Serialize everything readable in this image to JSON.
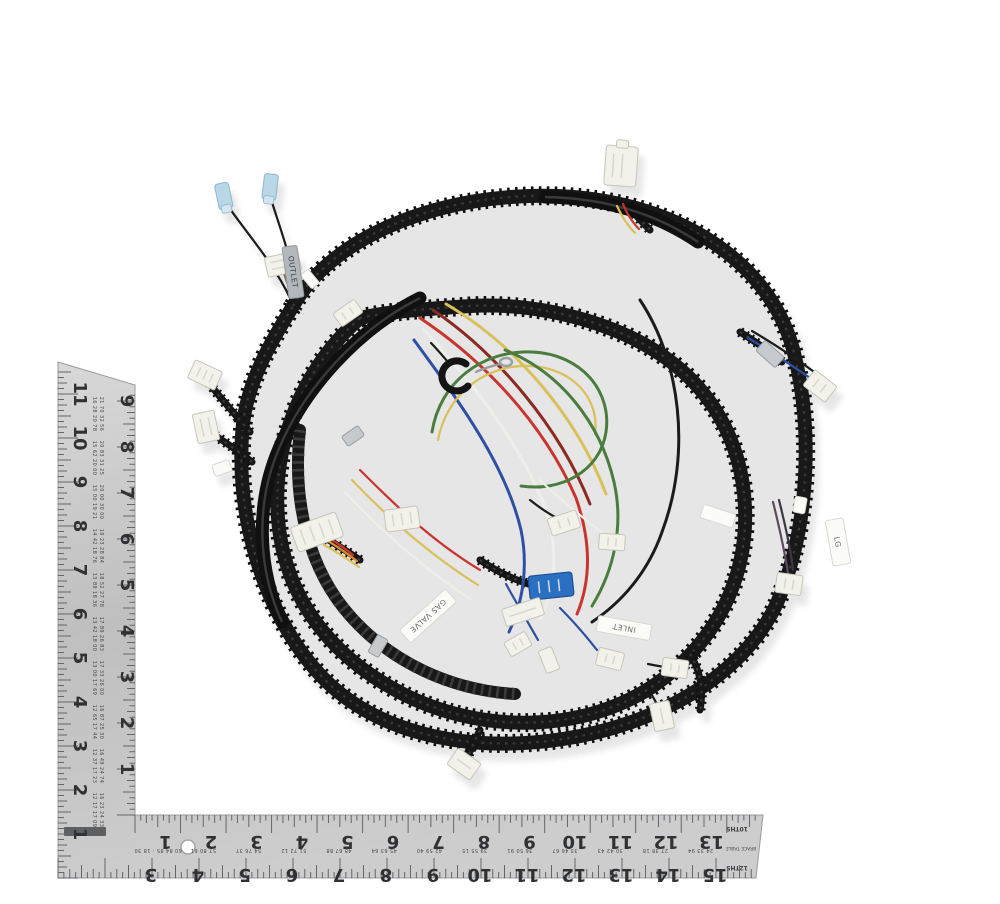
{
  "scene": {
    "type": "product-photo",
    "subject": "Black wiring harness loom with corrugated conduit, colored wires, white multi-pin connectors, spade terminals and ID tags, coiled on a white background with an L-shaped steel framing square for scale",
    "background_color": "#ffffff"
  },
  "harness": {
    "tube_color": "#181818",
    "labels": {
      "outlet": "OUTLET",
      "gas_valve": "GAS VALVE",
      "inlet": "INLET",
      "lg": "LG"
    },
    "connector_colors": {
      "housing_white": "#f3f2ea",
      "spade_blue": "#b9d7e6",
      "multi_pin_blue": "#2b6fc2",
      "clamp_silver": "#c6cacd"
    },
    "wire_palette": {
      "red": "#c9352e",
      "dark_red": "#8c2a22",
      "orange": "#d98a2b",
      "yellow": "#d9c05a",
      "green": "#4a7d3d",
      "blue": "#2e4fa3",
      "light_blue": "#7fb2d9",
      "white": "#efefe9",
      "black": "#1b1b1b",
      "brown": "#8a6a3f",
      "purple": "#5c4a5e",
      "dark_purple": "#3f3644",
      "gray": "#9a9a94"
    }
  },
  "ruler": {
    "type": "framing square",
    "unit": "inch",
    "vertical_outer_numbers": [
      1,
      2,
      3,
      4,
      5,
      6,
      7,
      8,
      9,
      10,
      11
    ],
    "vertical_inner_numbers": [
      1,
      2,
      3,
      4,
      5,
      6,
      7,
      8,
      9
    ],
    "horizontal_top_numbers": [
      1,
      2,
      3,
      4,
      5,
      6,
      7,
      8,
      9,
      10,
      11,
      12,
      13
    ],
    "horizontal_bottom_numbers": [
      3,
      4,
      5,
      6,
      7,
      8,
      9,
      10,
      11,
      12,
      13,
      14,
      15
    ],
    "vertical_rafter_table": [
      "16 28 20 78 / 21 70 32 56",
      "15 62 20 00 / 20 83 31 25",
      "15 00 19 21 / 20 00 30 00",
      "14 42 18 76 / 19 23 28 84",
      "13 89 18 36 / 18 52 27 78",
      "13 42 18 00 / 17 89 26 83",
      "13 00 17 69 / 17 33 26 00",
      "12 65 17 44 / 16 87 25 30",
      "12 37 17 23 / 16 49 24 74",
      "12 17 17 09 / 16 23 24 33"
    ],
    "brace_table": [
      "60 84 85 · 18 30",
      "57 80 61",
      "54 76 37",
      "51 72 12",
      "48 67 88",
      "45 63 64",
      "42 59 40",
      "39 55 15",
      "36 50 91",
      "33 46 67",
      "30 42 43",
      "27 38 18",
      "24 33 94"
    ],
    "scale_labels": {
      "tenths": "10THS",
      "twelfths": "12THS",
      "brace": "BRACE TABLE"
    }
  }
}
